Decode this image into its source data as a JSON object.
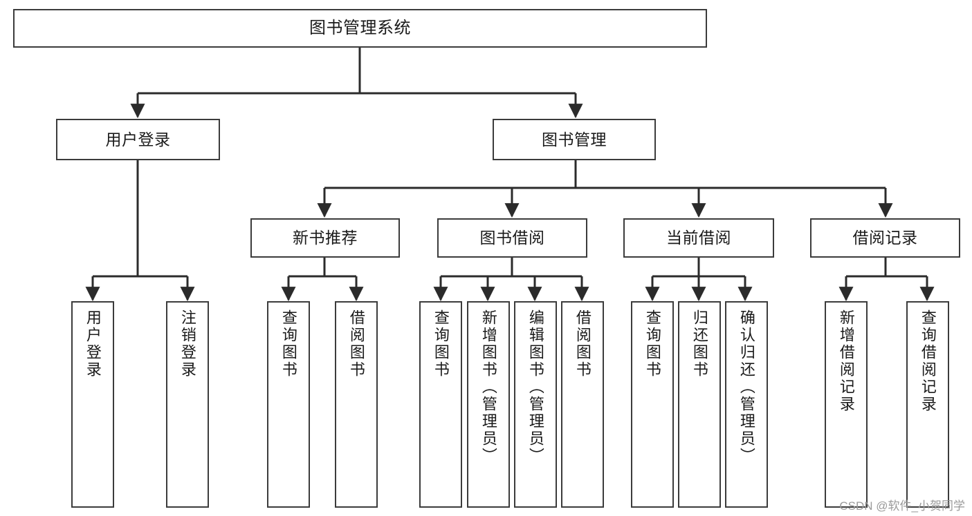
{
  "diagram": {
    "type": "tree",
    "title": "图书管理系统",
    "watermark": "CSDN @软件_小贺同学",
    "colors": {
      "box_stroke": "#3b3b3b",
      "box_fill": "#ffffff",
      "connector": "#2b2b2b",
      "text": "#1a1a1a",
      "watermark": "#9a9a9a",
      "background": "#ffffff"
    },
    "nodes": {
      "root": {
        "label": "图书管理系统"
      },
      "level2": [
        {
          "label": "用户登录"
        },
        {
          "label": "图书管理"
        }
      ],
      "level3": [
        {
          "label": "新书推荐"
        },
        {
          "label": "图书借阅"
        },
        {
          "label": "当前借阅"
        },
        {
          "label": "借阅记录"
        }
      ],
      "leaves": {
        "user_login": [
          {
            "label": "用户登录"
          },
          {
            "label": "注销登录"
          }
        ],
        "new_book_recommend": [
          {
            "label": "查询图书"
          },
          {
            "label": "借阅图书"
          }
        ],
        "book_borrow": [
          {
            "label": "查询图书"
          },
          {
            "label": "新增图书（管理员）"
          },
          {
            "label": "编辑图书（管理员）"
          },
          {
            "label": "借阅图书"
          }
        ],
        "current_borrow": [
          {
            "label": "查询图书"
          },
          {
            "label": "归还图书"
          },
          {
            "label": "确认归还（管理员）"
          }
        ],
        "borrow_record": [
          {
            "label": "新增借阅记录"
          },
          {
            "label": "查询借阅记录"
          }
        ]
      }
    }
  }
}
